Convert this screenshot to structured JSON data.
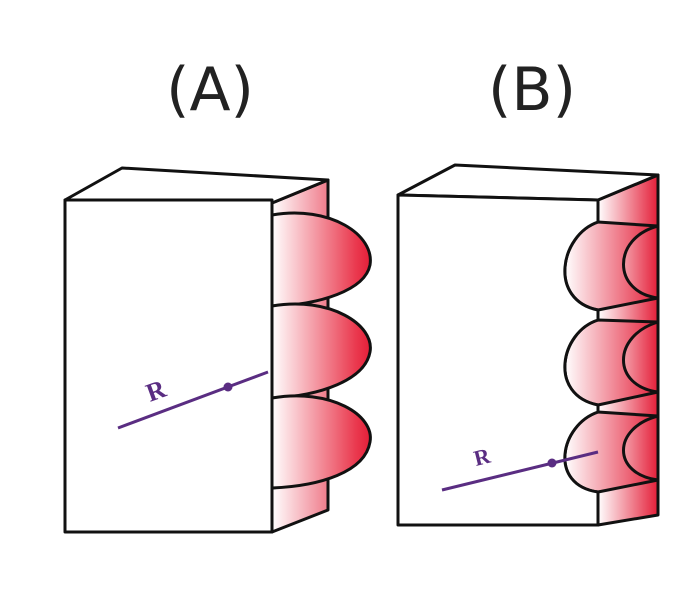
{
  "panels": [
    {
      "label": "(A)",
      "radius_label": "R",
      "profile": "convex"
    },
    {
      "label": "(B)",
      "radius_label": "R",
      "profile": "concave"
    }
  ],
  "colors": {
    "accent": "#e41e38",
    "radius_line": "#5a2d82",
    "outline": "#111111"
  }
}
